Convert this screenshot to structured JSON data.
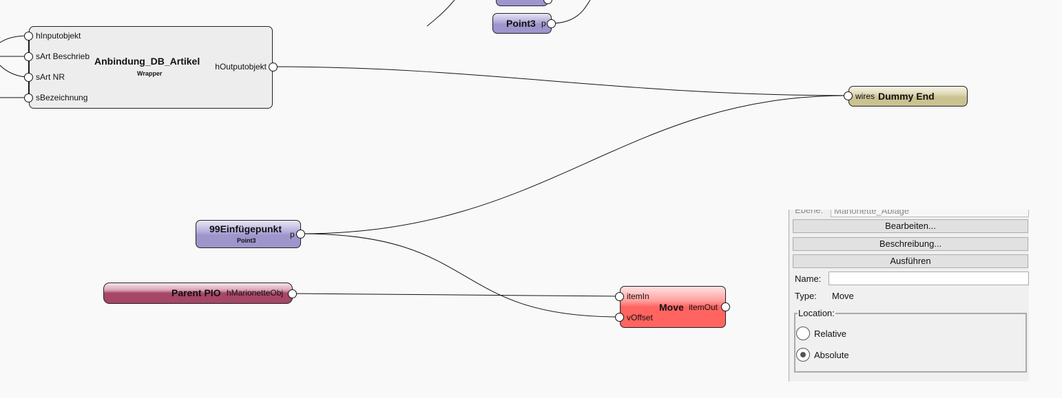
{
  "nodes": {
    "wrapper": {
      "title": "Anbindung_DB_Artikel",
      "subtitle": "Wrapper",
      "inputs": [
        "hInputobjekt",
        "sArt Beschrieb",
        "sArt NR",
        "sBezeichnung"
      ],
      "output": "hOutputobjekt"
    },
    "point3_top": {
      "title": "Point3",
      "output": "p"
    },
    "dummy_end": {
      "input": "wires",
      "title": "Dummy End"
    },
    "einfuegepunkt": {
      "title": "99Einfügepunkt",
      "subtitle": "Point3",
      "output": "p"
    },
    "parent_pio": {
      "title": "Parent PIO",
      "output": "hMarionetteObj"
    },
    "move": {
      "title": "Move",
      "inputs": [
        "itemIn",
        "vOffset"
      ],
      "output": "itemOut"
    }
  },
  "panel": {
    "layer_label": "Ebene:",
    "layer_value": "Marionette_Ablage",
    "buttons": [
      "Bearbeiten...",
      "Beschreibung...",
      "Ausführen"
    ],
    "name_label": "Name:",
    "name_value": "",
    "type_label": "Type:",
    "type_value": "Move",
    "location_label": "Location:",
    "location_options": [
      "Relative",
      "Absolute"
    ],
    "location_selected": "Absolute"
  },
  "colors": {
    "wrapper": "#ededed",
    "point": "#9d95cc",
    "dummy": "#cbc292",
    "parent": "#a64668",
    "move": "#ff6461"
  }
}
